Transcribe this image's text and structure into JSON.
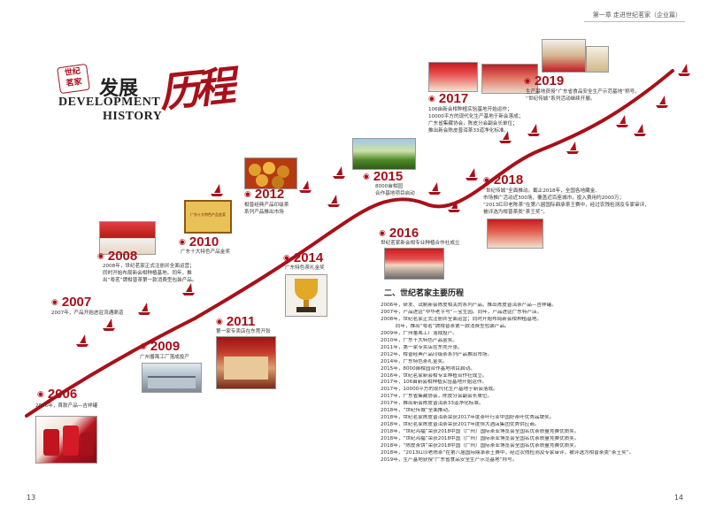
{
  "header": {
    "chapter": "第一章 走进世纪茗家（企业篇）"
  },
  "title": {
    "seal": "世纪茗家",
    "cn": "发展",
    "en1": "DEVELOPMENT",
    "en2": "HISTORY",
    "calligraphy": "历程"
  },
  "milestones": [
    {
      "year": "2006",
      "desc": "2006年，首款产品—吉祥罐"
    },
    {
      "year": "2007",
      "desc": "2007年，产品开始进驻流通渠道"
    },
    {
      "year": "2008",
      "desc": "2008年，世纪茗家正式注册并全面运营；\n同时开始布局新会柑种植基地。同年，推\n出“粤茗”牌柑普茶第一款消费型包装产品。"
    },
    {
      "year": "2009",
      "desc": "广州番禺工厂落成投产"
    },
    {
      "year": "2010",
      "desc": "广东十大特色产品金奖"
    },
    {
      "year": "2011",
      "desc": "第一家专卖店在东莞开张"
    },
    {
      "year": "2012",
      "desc": "柑普经典产品印级茶\n系列产品推出市场"
    },
    {
      "year": "2014",
      "desc": "广东特色茶礼金奖"
    },
    {
      "year": "2015",
      "desc": "8000亩柑园\n合作基地项目启动"
    },
    {
      "year": "2016",
      "desc": "世纪茗家新会柑专业种植合作社成立"
    },
    {
      "year": "2017",
      "desc": "106亩新会柑种植实验基地开始运作；\n10000平方的现代化生产基地于新会落成；\n广东省集藏协会，陈皮分会副会长单位；\n推出新会陈皮普洱茶33道净化标准。"
    },
    {
      "year": "2018",
      "desc": "“世纪传城”全面推动。截止2018年，全国各地藏金、\n市场推广活动近300场，覆盖近百座城市，投入费用约2000万；\n“2013红印老陈茶”在第八届国际鼎承茶王赛中，经过农残检测及专家审评，\n被评选为柑普茶类“茶王奖”。"
    },
    {
      "year": "2019",
      "desc": "生产基地获授“广东省食品安全生产示范基地”称号。\n“世纪传城”系列活动继续开展。"
    }
  ],
  "photo_text": {
    "award_plaque": "广东十大特色产品金奖"
  },
  "history": {
    "heading": "二、世纪茗家主要历程",
    "items": [
      "2006年，研发、试制新会陈皮相关的系列产品，推出陈皮普洱茶产品—吉祥罐。",
      "2007年，产品进驻“中华老字号”—宝生园。同年，产品进驻广东特产店。",
      "2008年，世纪茗家正式注册并全面运营；同时开始布局新会柑种植基地。",
      "　　　同年，推出“粤茗”牌柑普茶第一款消费型包装产品。",
      "2009年，广州番禺工厂落成投产。",
      "2010年，广东十大特色产品金奖。",
      "2011年，第一家专卖店在东莞开张。",
      "2012年，柑普经典产品印级茶系列产品推出市场。",
      "2014年，广东特色茶礼金奖。",
      "2015年，8000亩柑园合作基地项目启动。",
      "2016年，世纪茗家新会柑专业种植合作社成立。",
      "2017年，106亩新会柑种植实验基地开始运作。",
      "2017年，10000平方的现代化生产基地于新会落成。",
      "2017年，广东省集藏协会，陈皮分会副会长单位。",
      "2017年，推出新会陈皮普洱茶33道净化标准。",
      "2018年，“世纪传城”全面推动。",
      "2018年，世纪茗家陈皮普洱茶荣获2017年度茶叶行业中国好茶叶优秀品牌奖。",
      "2018年，世纪茗家陈皮普洱茶荣获2017年度恒大酒店集团优秀供应商。",
      "2018年，“世纪鸿福”荣获2018中国（广州）国际茶业博览会全国名优茶质量竞赛优质奖。",
      "2018年，“世纪鸿福”荣获2018中国（广州）国际茶业博览会全国名优茶质量竞赛优质奖。",
      "2018年，“陈皮茶饼”荣获2018中国（广州）国际茶业博览会全国名优茶质量竞赛优质奖。",
      "2018年，“2013红印老陈茶”在第八届国际鼎承茶王赛中，经过农残检测及专家审评，被评选为柑普茶类“茶王奖”。",
      "2019年，生产基地获授“广东省食品安全生产示范基地”称号。"
    ]
  },
  "pages": {
    "left": "13",
    "right": "14"
  },
  "colors": {
    "accent": "#a8101a",
    "text": "#333333"
  }
}
